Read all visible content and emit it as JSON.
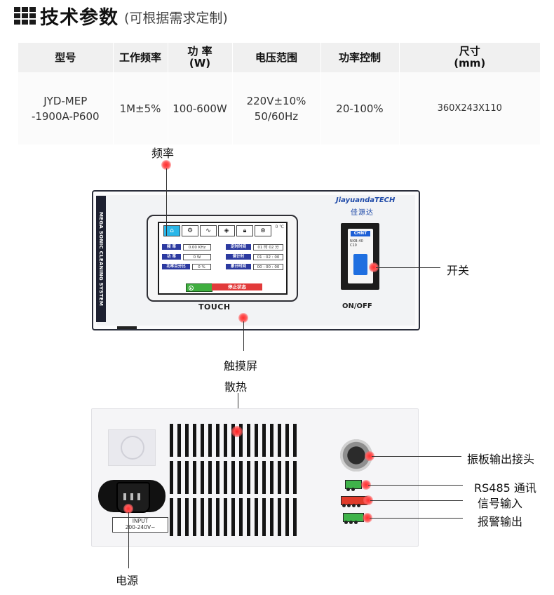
{
  "header": {
    "grid_icon": "grid-icon",
    "title": "技术参数",
    "subtitle": "(可根据需求定制)"
  },
  "spec_table": {
    "headers": [
      "型号",
      "工作频率",
      "功 率\n(W)",
      "电压范围",
      "功率控制",
      "尺寸\n(mm)"
    ],
    "row": [
      "JYD-MEP\n-1900A-P600",
      "1M±5%",
      "100-600W",
      "220V±10%\n50/60Hz",
      "20-100%",
      "360X243X110"
    ]
  },
  "callouts": {
    "frequency": "频率",
    "switch": "开关",
    "touch_screen": "触摸屏",
    "heat_dissipation": "散热",
    "transducer_output": "振板输出接头",
    "rs485": "RS485 通讯",
    "signal_input": "信号输入",
    "alarm_output": "报警输出",
    "power_supply": "电源"
  },
  "front_panel": {
    "side_text": "MEGA SONIC CLEANING SYSTEM",
    "brand": "JiayuandaTECH",
    "brand_cn": "佳源达",
    "touch_label": "TOUCH",
    "switch_label": "ON/OFF",
    "breaker_brand": "CHNT",
    "breaker_model": "NXB-40\nC10",
    "screen": {
      "unit": "0 ℃",
      "icons": [
        "home-icon",
        "gear-icon",
        "waveform-icon",
        "shield-icon",
        "lock-icon",
        "settings-icon"
      ],
      "rows": [
        {
          "label": "频 率",
          "value": "0.00 KHz",
          "right_label": "定时时间",
          "right_value": "01 时 02 分"
        },
        {
          "label": "功 率",
          "value": "0 W",
          "right_label": "倒计时",
          "right_value": "01 : 02 : 00"
        },
        {
          "label": "功率百分比",
          "value": "0 %",
          "right_label": "累计时间",
          "right_value": "00 : 00 : 00"
        }
      ],
      "stop_label": "停止状态"
    }
  },
  "rear_panel": {
    "inlet_label": "INPUT\n200-240V~"
  },
  "colors": {
    "accent_red": "#ff2d2d",
    "brand_blue": "#1f4aa8",
    "screen_label_blue": "#2c3aa0",
    "stop_red": "#e23a3a",
    "run_green": "#3fae3f"
  }
}
